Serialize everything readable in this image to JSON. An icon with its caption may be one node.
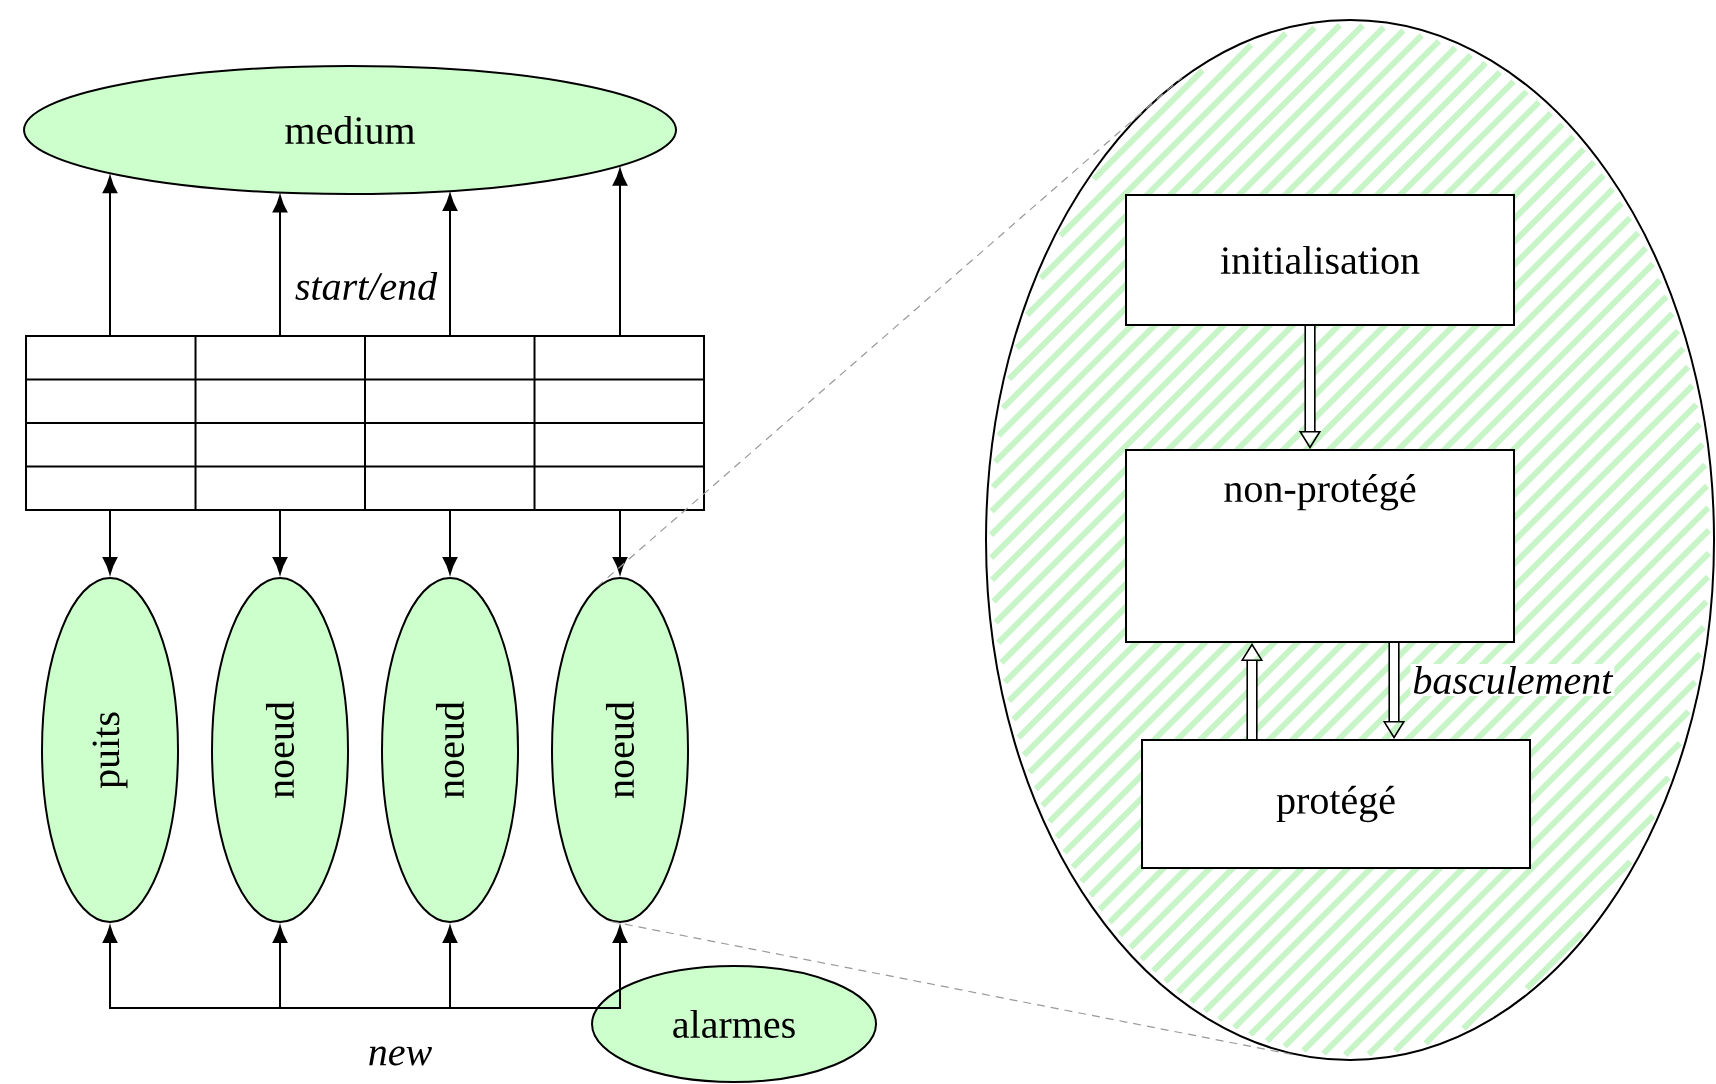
{
  "diagram": {
    "nodes": [
      {
        "text": [
          "medium"
        ]
      },
      {
        "text": [],
        "shape": "box"
      },
      {
        "text": [
          "puits"
        ]
      },
      {
        "text": [
          "noeud"
        ]
      },
      {
        "text": [
          "noeud"
        ]
      },
      {
        "text": [
          "noeud"
        ]
      },
      {
        "text": [
          "alarmes"
        ]
      },
      {
        "text": [],
        "shape": "ellipse"
      },
      {
        "text": [
          "initialisation"
        ],
        "in": 7
      },
      {
        "text": [
          "non-protégé"
        ],
        "in": 7
      },
      {
        "text": [
          "protégé"
        ],
        "in": 7
      }
    ],
    "edges": [
      {
        "from": 1,
        "to": 0,
        "arrow": "to"
      },
      {
        "from": 1,
        "to": 0,
        "arrow": "to"
      },
      {
        "from": 1,
        "to": 0,
        "arrow": "to"
      },
      {
        "from": 1,
        "to": 0,
        "arrow": "to"
      },
      {
        "from": 1,
        "to": 2,
        "arrow": "to"
      },
      {
        "from": 1,
        "to": 3,
        "arrow": "to"
      },
      {
        "from": 1,
        "to": 4,
        "arrow": "to"
      },
      {
        "from": 1,
        "to": 5,
        "arrow": "to"
      },
      {
        "from": 6,
        "to": 2,
        "arrow": "to"
      },
      {
        "from": 6,
        "to": 3,
        "arrow": "to"
      },
      {
        "from": 6,
        "to": 4,
        "arrow": "to"
      },
      {
        "from": 6,
        "to": 5,
        "arrow": "to"
      },
      {
        "from": 5,
        "to": 7,
        "arrow": "none",
        "style": "dashed",
        "color": "#999999"
      },
      {
        "from": 5,
        "to": 7,
        "arrow": "none",
        "style": "dashed",
        "color": "#999999"
      },
      {
        "from": 8,
        "to": 9,
        "arrow": "to",
        "style": "thick"
      },
      {
        "from": 10,
        "to": 9,
        "arrow": "to",
        "style": "thick"
      },
      {
        "from": 9,
        "to": 10,
        "arrow": "to",
        "style": "thick",
        "label": "basculement"
      }
    ],
    "labels": [
      "start/end",
      "new"
    ]
  }
}
